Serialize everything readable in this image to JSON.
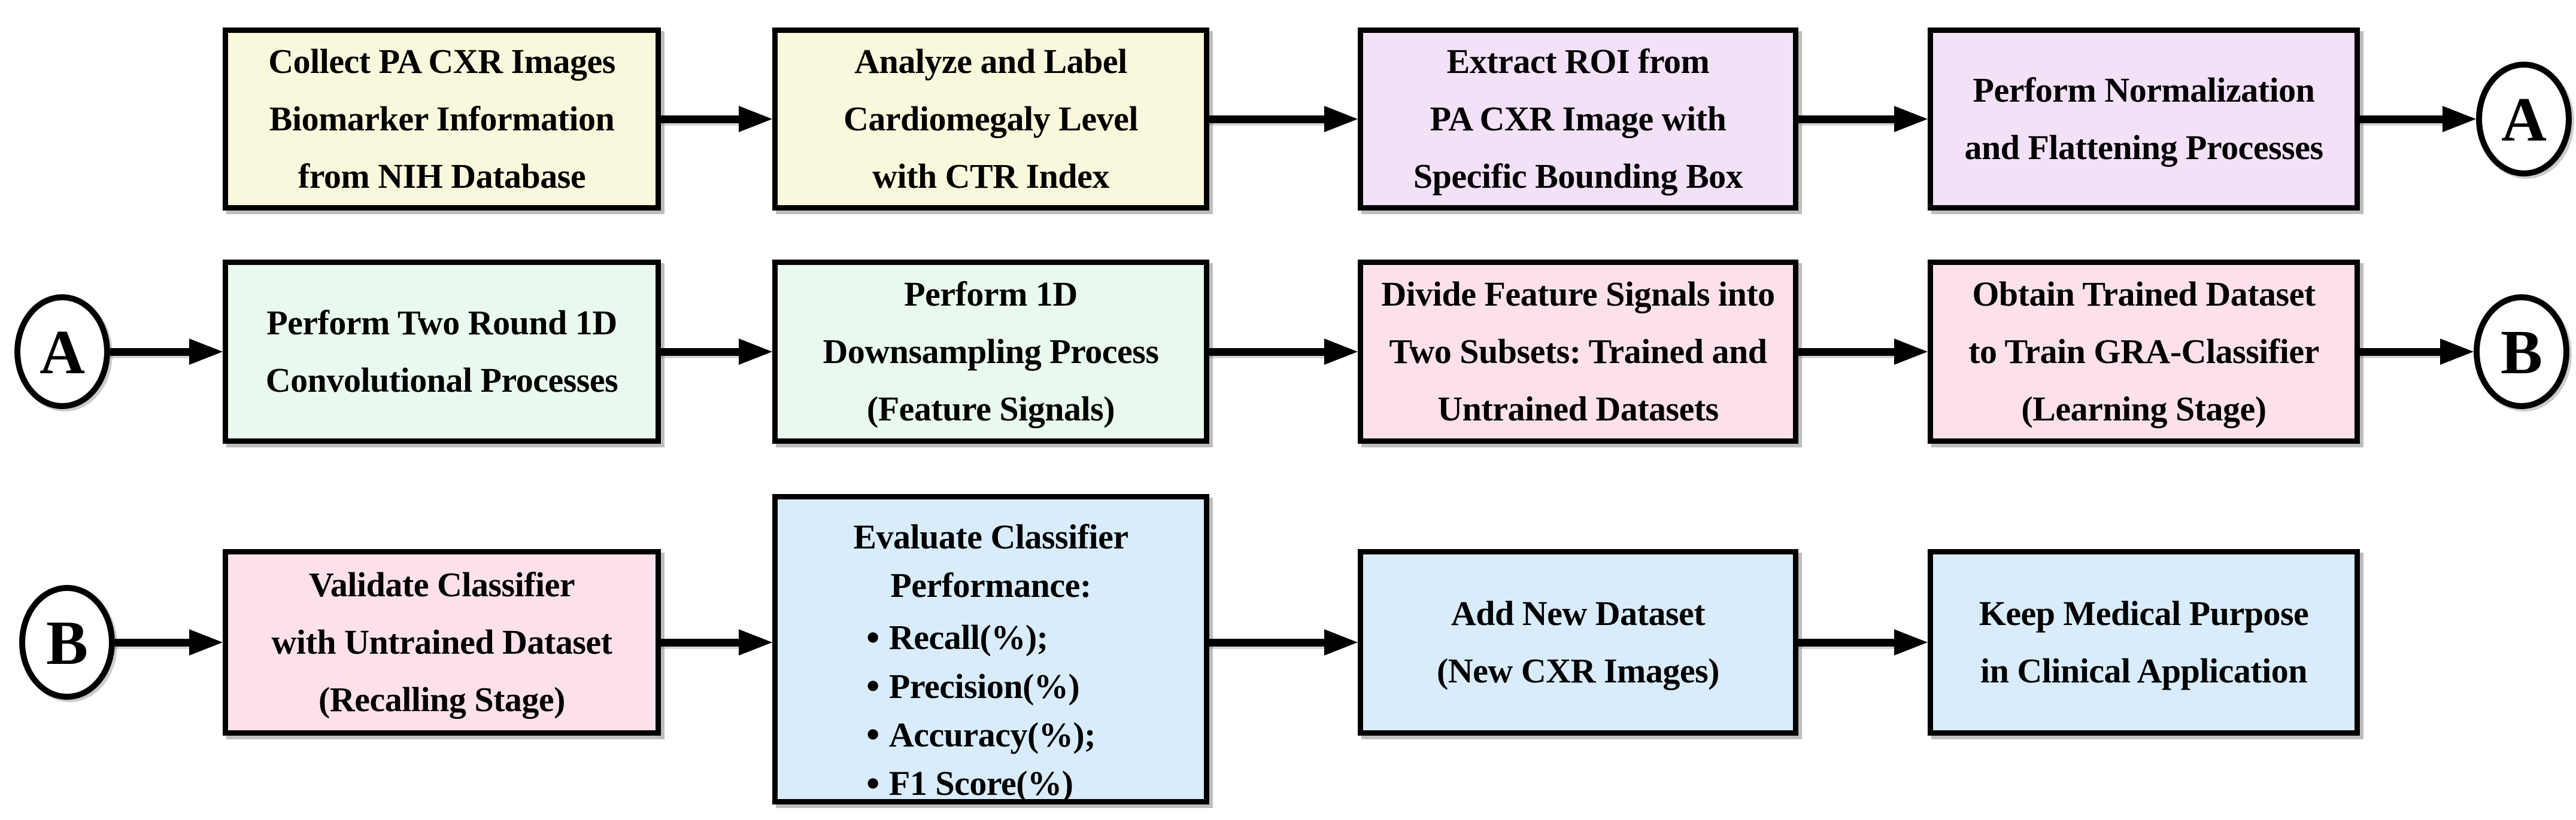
{
  "colors": {
    "background": "#FFFFFF",
    "border": "#000000",
    "arrow": "#000000",
    "text": "#000000",
    "shadow": "#6E6E6E",
    "cream": "#FAF8DC",
    "lavender": "#F3E1F8",
    "mint": "#E9F9EE",
    "pink": "#FCE1EC",
    "blue": "#D9ECFC"
  },
  "connectors": {
    "row1_end": "A",
    "row2_start": "A",
    "row2_end": "B",
    "row3_start": "B"
  },
  "rows": [
    {
      "boxes": [
        {
          "text": "Collect PA CXR Images\nBiomarker Information\nfrom NIH Database",
          "fill": "#FAF8DC"
        },
        {
          "text": "Analyze and Label\nCardiomegaly Level\nwith CTR Index",
          "fill": "#FAF8DC"
        },
        {
          "text": "Extract ROI from\nPA CXR Image with\nSpecific Bounding Box",
          "fill": "#F3E1F8"
        },
        {
          "text": "Perform Normalization\nand Flattening Processes",
          "fill": "#F3E1F8"
        }
      ]
    },
    {
      "boxes": [
        {
          "text": "Perform Two Round 1D\nConvolutional Processes",
          "fill": "#E9F9EE"
        },
        {
          "text": "Perform 1D\nDownsampling Process\n(Feature Signals)",
          "fill": "#E9F9EE"
        },
        {
          "text": "Divide Feature Signals into\nTwo Subsets: Trained and\nUntrained Datasets",
          "fill": "#FCE1EC"
        },
        {
          "text": "Obtain Trained Dataset\nto Train GRA-Classifier\n(Learning Stage)",
          "fill": "#FCE1EC"
        }
      ]
    },
    {
      "boxes": [
        {
          "text": "Validate Classifier\nwith Untrained Dataset\n(Recalling Stage)",
          "fill": "#FCE1EC"
        },
        {
          "heading": "Evaluate Classifier\nPerformance:",
          "bullet_glyph": "•",
          "metrics": [
            "Recall(%);",
            "Precision(%)",
            "Accuracy(%);",
            "F1 Score(%)"
          ],
          "fill": "#D9ECFC"
        },
        {
          "text": "Add New Dataset\n(New CXR Images)",
          "fill": "#D9ECFC"
        },
        {
          "text": "Keep Medical Purpose\nin Clinical Application",
          "fill": "#D9ECFC"
        }
      ]
    }
  ]
}
